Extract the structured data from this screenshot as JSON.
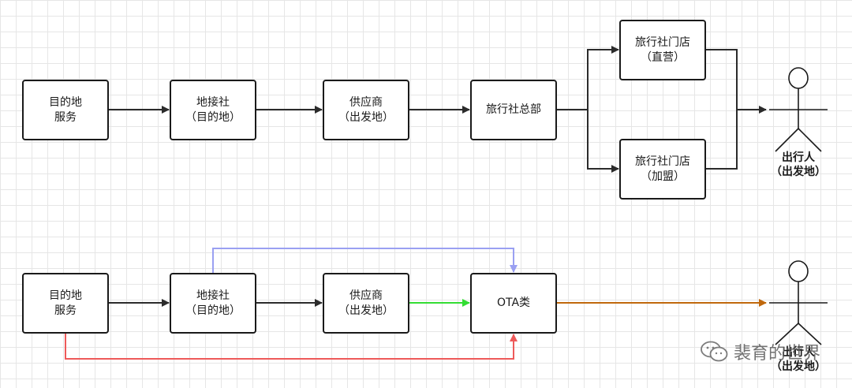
{
  "row1": {
    "destination_service": {
      "line1": "目的地",
      "line2": "服务"
    },
    "ground_agency": {
      "line1": "地接社",
      "line2": "（目的地）"
    },
    "supplier": {
      "line1": "供应商",
      "line2": "（出发地）"
    },
    "agency_hq": {
      "line1": "旅行社总部"
    },
    "store_direct": {
      "line1": "旅行社门店",
      "line2": "（直营）"
    },
    "store_franchise": {
      "line1": "旅行社门店",
      "line2": "（加盟）"
    },
    "traveler": {
      "line1": "出行人",
      "line2": "（出发地）"
    }
  },
  "row2": {
    "destination_service": {
      "line1": "目的地",
      "line2": "服务"
    },
    "ground_agency": {
      "line1": "地接社",
      "line2": "（目的地）"
    },
    "supplier": {
      "line1": "供应商",
      "line2": "（出发地）"
    },
    "ota": {
      "line1": "OTA类"
    },
    "traveler": {
      "line1": "出行人",
      "line2": "（出发地）"
    }
  },
  "colors": {
    "default_line": "#2b2b2b",
    "ground_to_ota": "#9aa0f2",
    "supplier_to_ota": "#33dd33",
    "destination_to_ota": "#ee5a5a",
    "ota_to_traveler": "#c0680c"
  },
  "watermark": {
    "text": "裴育的世界",
    "icon": "wechat-icon"
  }
}
